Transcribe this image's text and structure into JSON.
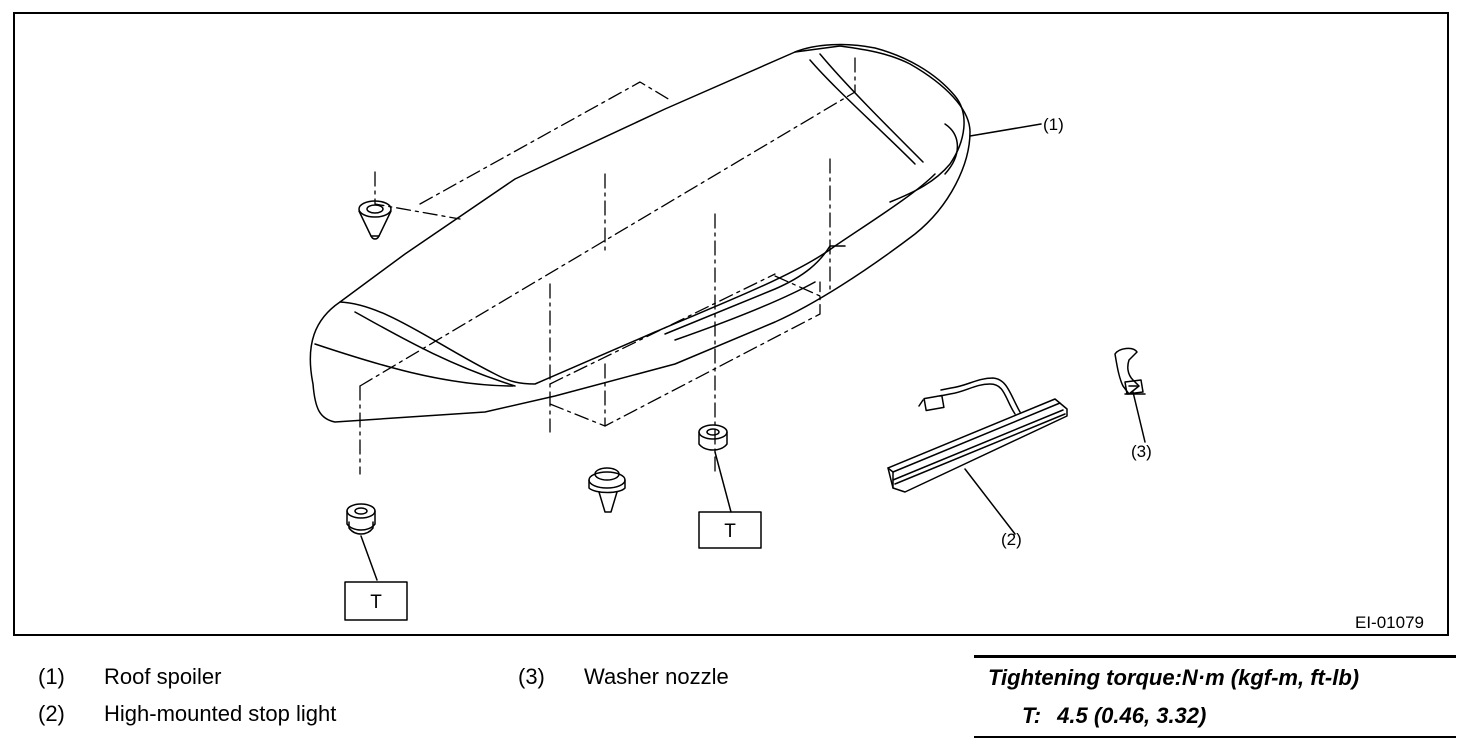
{
  "figure": {
    "code": "EI-01079",
    "callouts": [
      "(1)",
      "(2)",
      "(3)"
    ],
    "torque_marker": "T"
  },
  "legend": [
    {
      "num": "(1)",
      "label": "Roof spoiler"
    },
    {
      "num": "(2)",
      "label": "High-mounted stop light"
    },
    {
      "num": "(3)",
      "label": "Washer nozzle"
    }
  ],
  "torque": {
    "title": "Tightening torque:N·m (kgf-m, ft-lb)",
    "key": "T:",
    "value": "4.5 (0.46, 3.32)"
  }
}
